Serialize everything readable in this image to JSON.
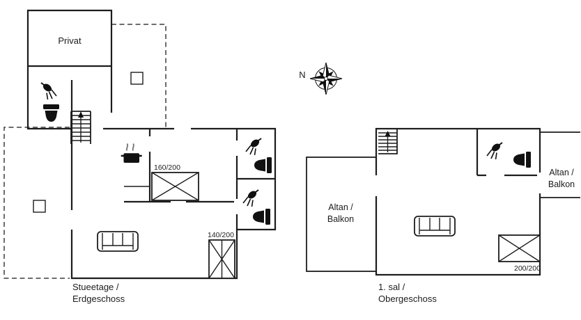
{
  "page": {
    "background": "#ffffff",
    "line_color": "#1c1c1c"
  },
  "compass": {
    "north_label": "N"
  },
  "icons": {
    "shower": "shower-head-with-spray",
    "toilet": "toilet-top-view",
    "stairs": "staircase-with-direction-arrow",
    "sofa": "sofa-top-view",
    "stove": "cooking-pot-with-steam",
    "bed": "bed-rectangle-with-cross",
    "window": "open-square-window-symbol",
    "compass": "eight-point-compass-rose"
  },
  "ground_floor": {
    "caption_line1": "Stueetage /",
    "caption_line2": "Erdgeschoss",
    "room_label": "Privat",
    "bed_sizes": [
      "160/200",
      "140/200"
    ]
  },
  "first_floor": {
    "caption_line1": "1. sal /",
    "caption_line2": "Obergeschoss",
    "balcony_left": {
      "line1": "Altan /",
      "line2": "Balkon"
    },
    "balcony_right": {
      "line1": "Altan /",
      "line2": "Balkon"
    },
    "bed_sizes": [
      "200/200"
    ]
  }
}
